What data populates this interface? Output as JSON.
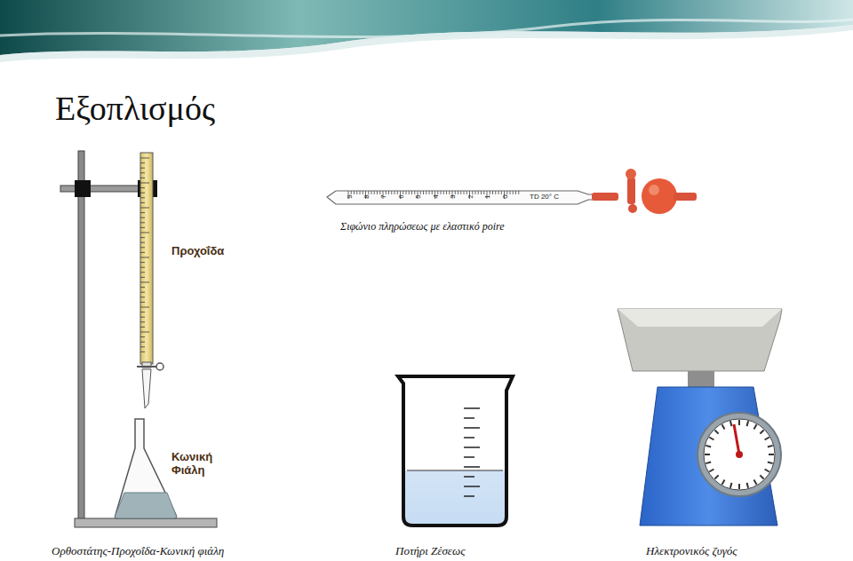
{
  "diagram": {
    "title": "Εξοπλισμός",
    "labels": [
      "Προχοΐδα",
      "Κωνική Φιάλη",
      "9",
      "8",
      "7",
      "6",
      "5",
      "4",
      "3",
      "2",
      "1",
      "0",
      "TD 20° C",
      "Σιφώνιο πληρώσεως με ελαστικό poire",
      "Ορθοστάτης-Προχοΐδα-Κωνική φιάλη",
      "Ποτήρι Ζέσεως",
      "Ηλεκτρονικός ζυγός"
    ]
  }
}
